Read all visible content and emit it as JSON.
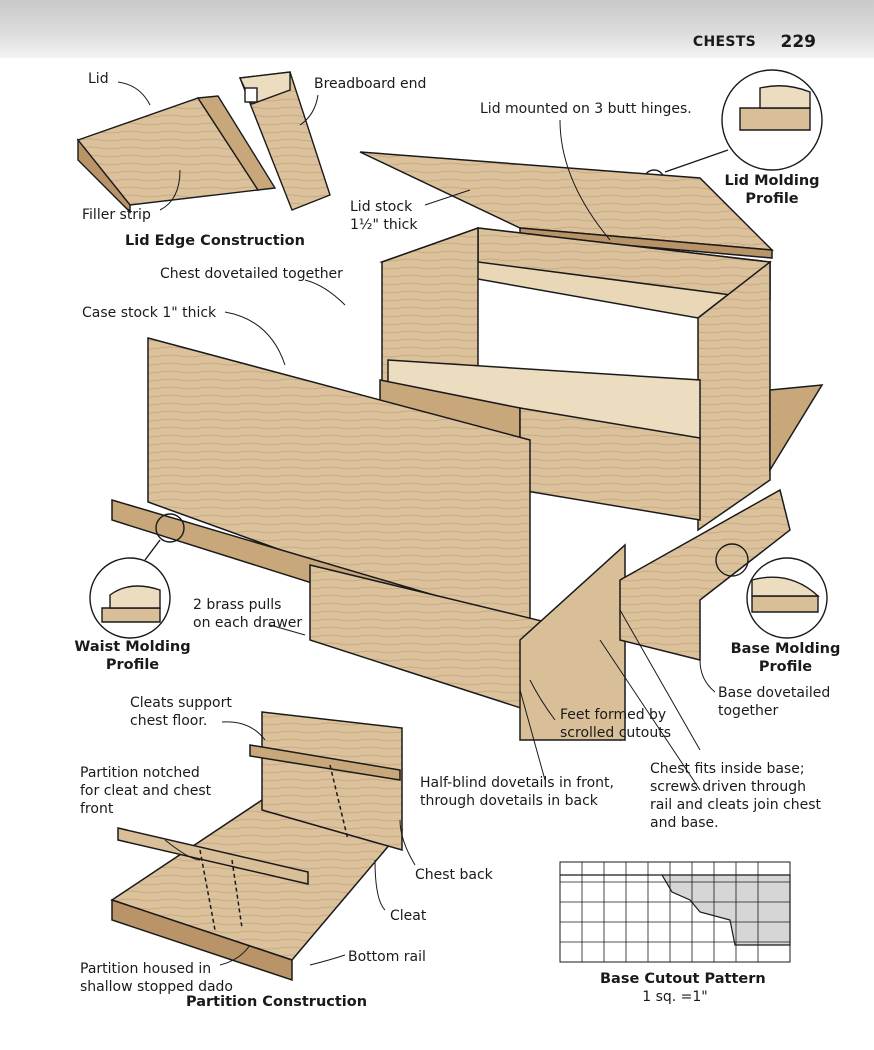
{
  "header": {
    "running_head": "CHESTS",
    "page_number": "229"
  },
  "labels": {
    "lid": "Lid",
    "breadboard_end": "Breadboard end",
    "filler_strip": "Filler strip",
    "lid_edge_construction": "Lid Edge Construction",
    "lid_hinges": "Lid mounted on 3 butt hinges.",
    "lid_stock_1": "Lid stock",
    "lid_stock_2": "1½\" thick",
    "lid_molding_1": "Lid Molding",
    "lid_molding_2": "Profile",
    "chest_dovetailed": "Chest dovetailed together",
    "case_stock": "Case stock 1\" thick",
    "brass_pulls_1": "2 brass pulls",
    "brass_pulls_2": "on each drawer",
    "waist_molding_1": "Waist Molding",
    "waist_molding_2": "Profile",
    "base_molding_1": "Base Molding",
    "base_molding_2": "Profile",
    "base_dovetailed_1": "Base dovetailed",
    "base_dovetailed_2": "together",
    "cleats_1": "Cleats support",
    "cleats_2": "chest floor.",
    "feet_1": "Feet formed by",
    "feet_2": "scrolled cutouts",
    "partition_notched_1": "Partition notched",
    "partition_notched_2": "for cleat and chest",
    "partition_notched_3": "front",
    "half_blind_1": "Half-blind dovetails in front,",
    "half_blind_2": "through dovetails in back",
    "chest_fits_1": "Chest fits inside base;",
    "chest_fits_2": "screws driven through",
    "chest_fits_3": "rail and cleats join chest",
    "chest_fits_4": "and base.",
    "chest_back": "Chest back",
    "cleat": "Cleat",
    "bottom_rail": "Bottom rail",
    "partition_housed_1": "Partition housed in",
    "partition_housed_2": "shallow stopped dado",
    "partition_construction": "Partition Construction",
    "base_cutout_pattern": "Base Cutout Pattern",
    "scale": "1 sq. =1\""
  },
  "colors": {
    "wood": "#d9bf98",
    "wood_dark": "#b89468",
    "wood_light": "#ecdcc0",
    "ink": "#1a1a1a"
  }
}
